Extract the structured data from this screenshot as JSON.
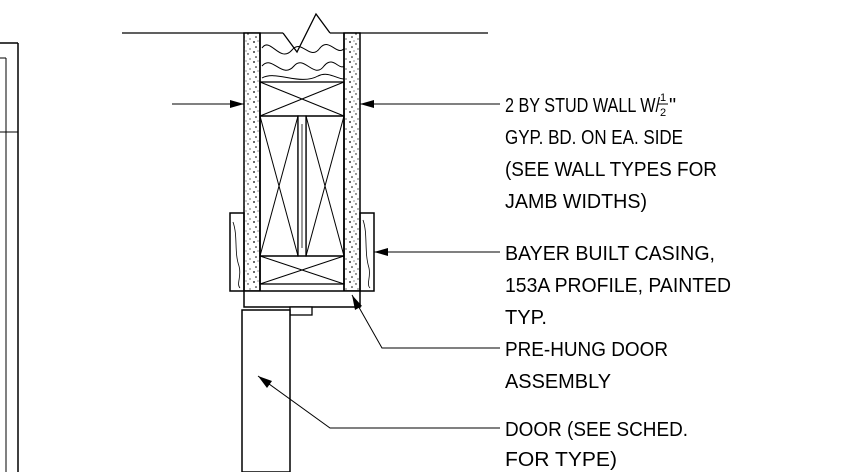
{
  "notes": {
    "stud_wall": {
      "line1_prefix": "2 BY STUD WALL W/",
      "fraction_num": "1",
      "fraction_den": "2",
      "line1_suffix": "\"",
      "line2": "GYP. BD. ON EA. SIDE",
      "line3": "(SEE WALL TYPES FOR",
      "line4": "JAMB WIDTHS)"
    },
    "casing": {
      "line1": "BAYER BUILT CASING,",
      "line2": "153A PROFILE, PAINTED",
      "line3": "TYP."
    },
    "prehung": {
      "line1": "PRE-HUNG DOOR",
      "line2": "ASSEMBLY"
    },
    "door": {
      "line1": "DOOR (SEE SCHED.",
      "line2": "FOR TYPE)"
    }
  },
  "colors": {
    "line": "#000000",
    "background": "#ffffff"
  }
}
